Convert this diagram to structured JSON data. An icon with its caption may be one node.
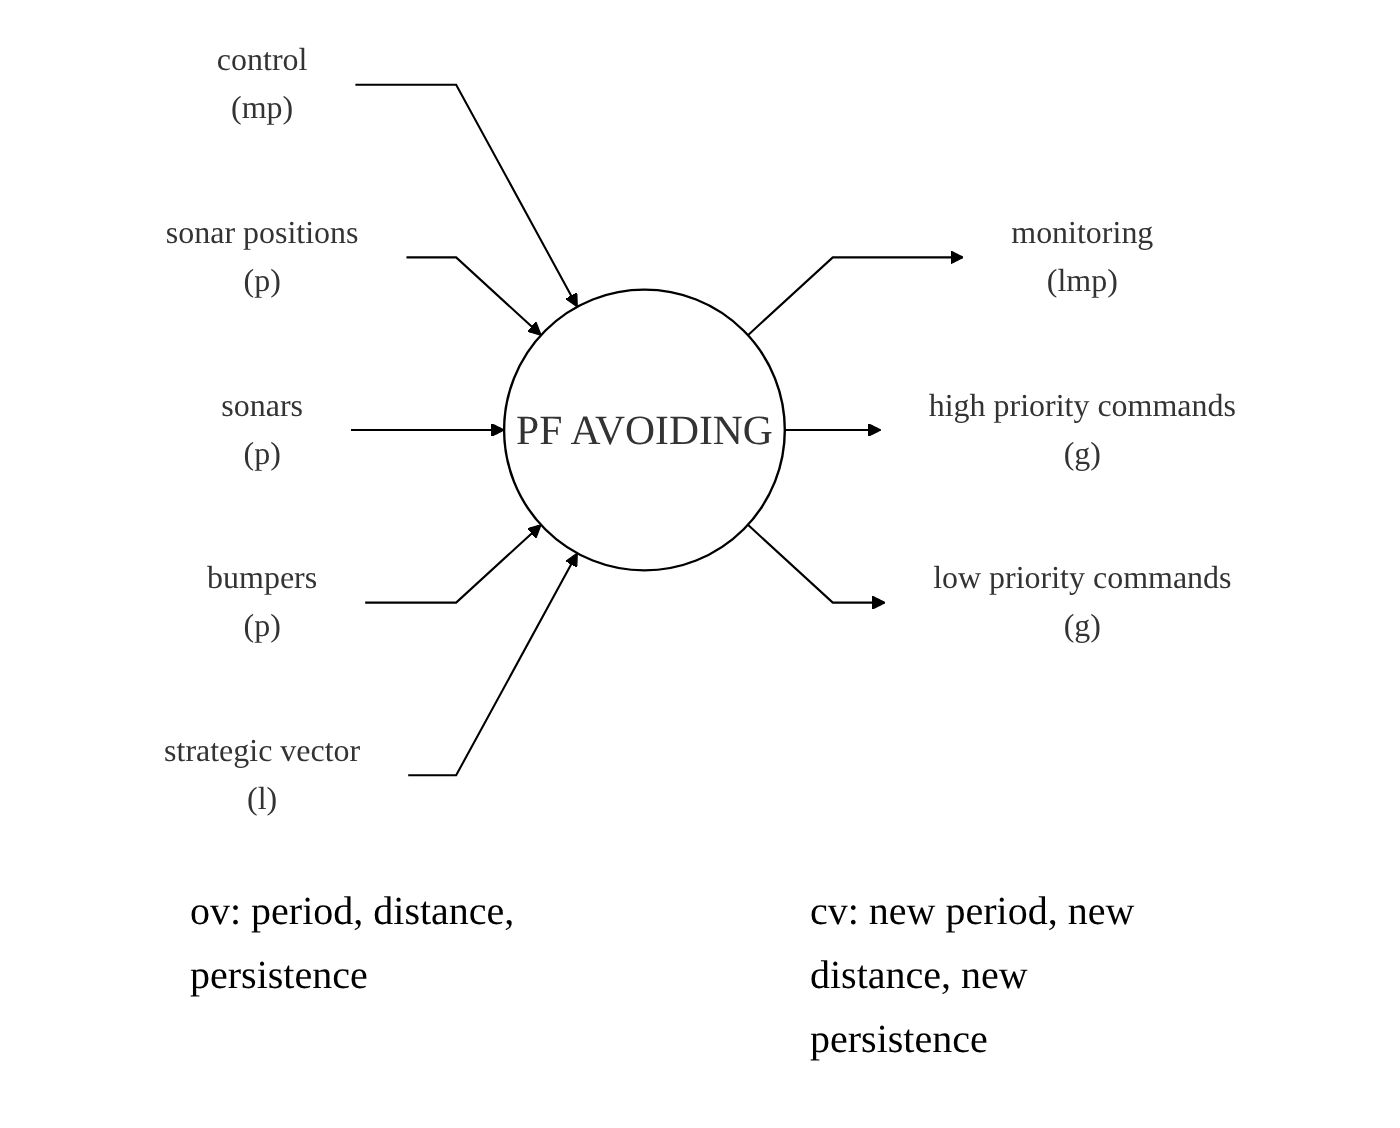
{
  "diagram": {
    "nodes": [
      {
        "text": [
          "control",
          "(mp)"
        ]
      },
      {
        "text": [
          "sonar positions",
          "(p)"
        ]
      },
      {
        "text": [
          "sonars",
          "(p)"
        ]
      },
      {
        "text": [
          "bumpers",
          "(p)"
        ]
      },
      {
        "text": [
          "strategic vector",
          "(l)"
        ]
      },
      {
        "text": [
          "PF AVOIDING"
        ]
      },
      {
        "text": [
          "monitoring",
          "(lmp)"
        ]
      },
      {
        "text": [
          "high priority commands",
          "(g)"
        ]
      },
      {
        "text": [
          "low priority commands",
          "(g)"
        ]
      }
    ],
    "edges": [
      {
        "from": 0,
        "to": 5,
        "arrow": "to"
      },
      {
        "from": 1,
        "to": 5,
        "arrow": "to"
      },
      {
        "from": 2,
        "to": 5,
        "arrow": "to"
      },
      {
        "from": 3,
        "to": 5,
        "arrow": "to"
      },
      {
        "from": 4,
        "to": 5,
        "arrow": "to"
      },
      {
        "from": 5,
        "to": 6,
        "arrow": "to"
      },
      {
        "from": 5,
        "to": 7,
        "arrow": "to"
      },
      {
        "from": 5,
        "to": 8,
        "arrow": "to"
      }
    ],
    "labels": [
      "ov: period, distance, persistence",
      "cv: new period, new distance, new persistence"
    ]
  }
}
